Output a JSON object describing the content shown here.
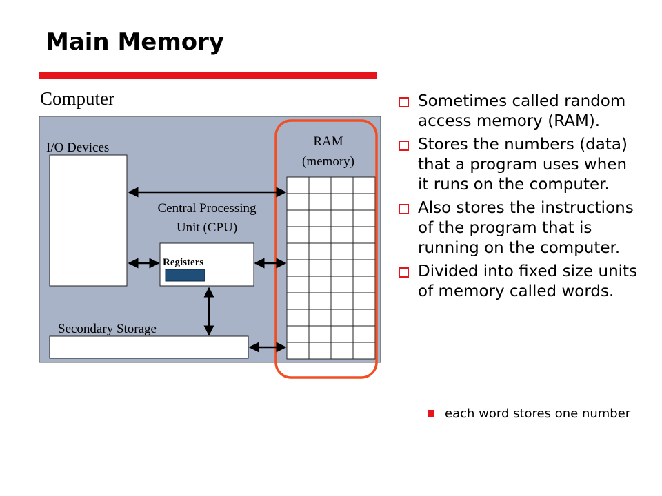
{
  "slide": {
    "title": "Main Memory"
  },
  "diagram": {
    "title": "Computer",
    "io_label": "I/O Devices",
    "ram_label_1": "RAM",
    "ram_label_2": "(memory)",
    "cpu_label_1": "Central Processing",
    "cpu_label_2": "Unit (CPU)",
    "registers_label": "Registers",
    "storage_label": "Secondary Storage",
    "colors": {
      "panel": "#a8b3c7",
      "highlight": "#f04e23",
      "register": "#1f4e79"
    }
  },
  "bullets": [
    "Sometimes called random access memory (RAM).",
    "Stores the numbers (data) that a program uses when it runs on the computer.",
    "Also stores the instructions of the program that is running on the computer.",
    "Divided into fixed size units of memory called words."
  ],
  "sub_bullets": [
    "each word stores one number"
  ]
}
